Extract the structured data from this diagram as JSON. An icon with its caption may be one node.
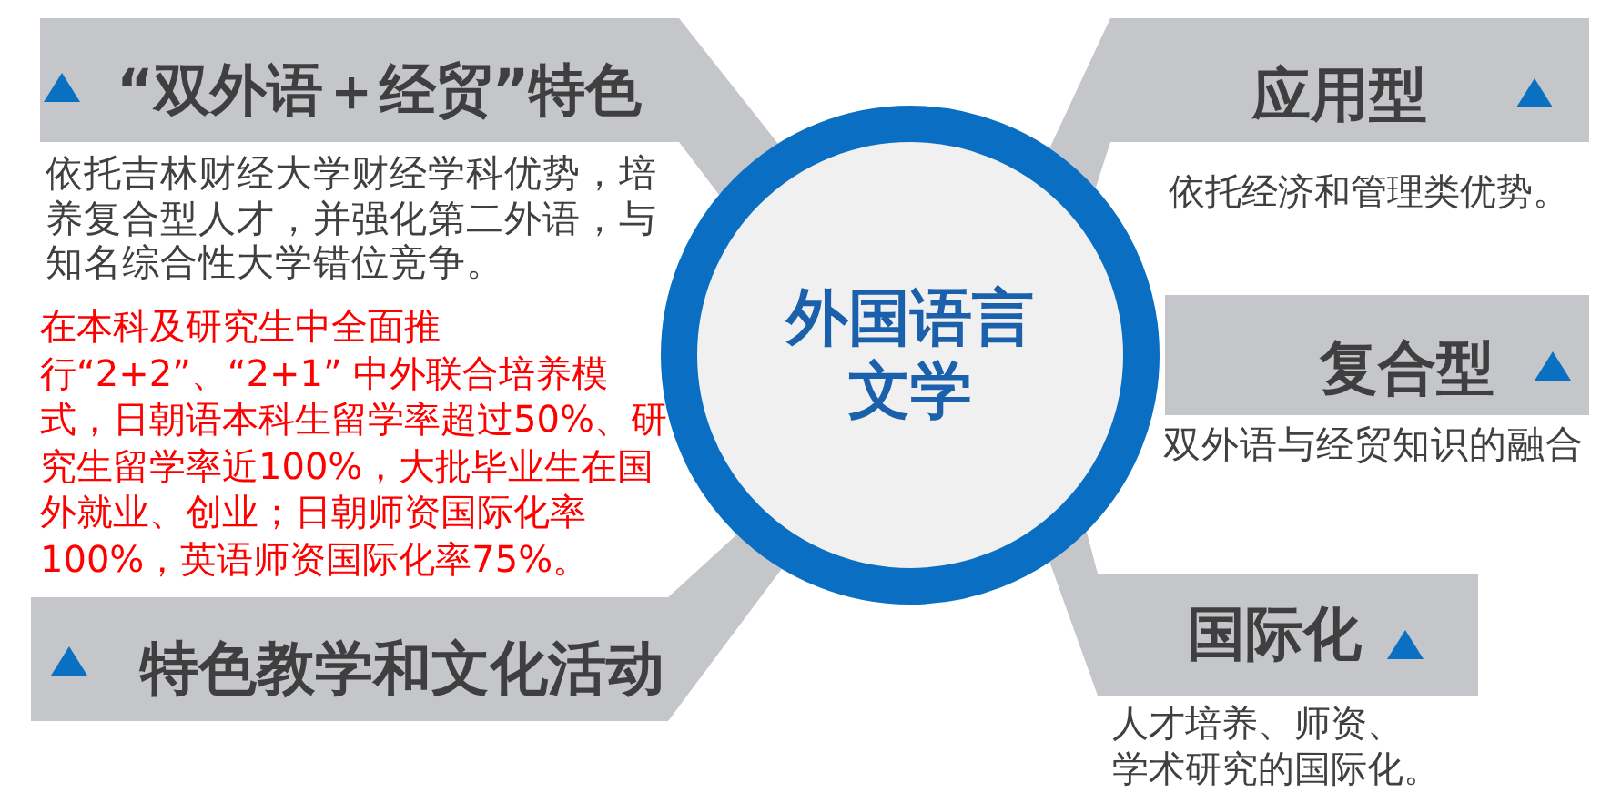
{
  "diagram": {
    "nodes": [
      {
        "text": [
          "“双外语＋经贸”特色"
        ],
        "beside": [
          "依托吉林财经大学财经学科优势，培养复合型人才，并强化第二外语，与知名综合性大学错位竞争。"
        ]
      },
      {
        "text": [
          "应用型"
        ],
        "beside": [
          "依托经济和管理类优势。"
        ]
      },
      {
        "text": [
          "外国语言文学"
        ]
      },
      {
        "text": [
          "复合型"
        ],
        "beside": [
          "双外语与经贸知识的融合"
        ]
      },
      {
        "text": [
          "特色教学和文化活动"
        ]
      },
      {
        "text": [
          "国际化"
        ],
        "beside": [
          "人才培养、师资、学术研究的国际化。"
        ]
      }
    ],
    "edges": [
      {
        "from": 2,
        "to": 0,
        "arrow": "none"
      },
      {
        "from": 2,
        "to": 1,
        "arrow": "none"
      },
      {
        "from": 2,
        "to": 4,
        "arrow": "none"
      },
      {
        "from": 2,
        "to": 5,
        "arrow": "none"
      }
    ],
    "labels": [
      "在本科及研究生中全面推行“2+2”、“2+1” 中外联合培养模式，日朝语本科生留学率超过50%、研究生留学率近100%，大批毕业生在国外就业、创业；日朝师资国际化率100%，英语师资国际化率75%。"
    ]
  }
}
